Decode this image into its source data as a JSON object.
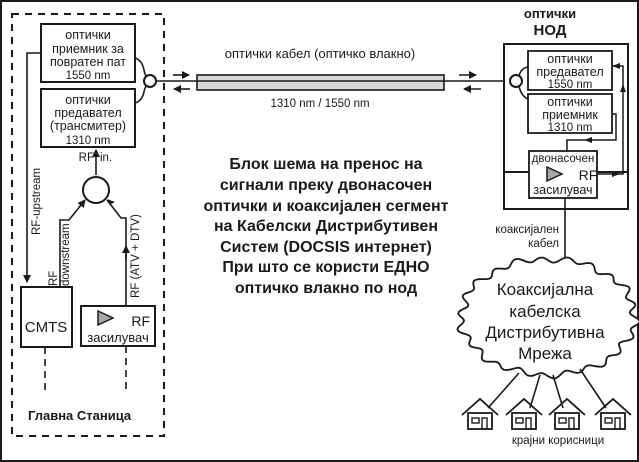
{
  "headend": {
    "label": "Главна Станица",
    "receiver": {
      "lines": [
        "оптички",
        "приемник за",
        "повратен пат",
        "1550 nm"
      ]
    },
    "transmitter": {
      "lines": [
        "оптички",
        "предавател",
        "(трансмитер)",
        "1310 nm"
      ]
    },
    "rf_in_label": [
      "RF",
      "in."
    ],
    "rf_upstream_label": "RF-upstream",
    "rf_downstream_label": [
      "RF",
      "downstream"
    ],
    "rf_atv_dtv_label": "RF (ATV + DTV)",
    "cmts_label": "CMTS",
    "rf_amplifier": {
      "lines": [
        "RF",
        "засилувач"
      ]
    }
  },
  "fiber": {
    "title": "оптички кабел (оптичко влакно)",
    "wavelengths": "1310 nm / 1550 nm"
  },
  "node": {
    "title": [
      "оптички",
      "НОД"
    ],
    "transmitter": {
      "lines": [
        "оптички",
        "предавател",
        "1550 nm"
      ]
    },
    "receiver": {
      "lines": [
        "оптички",
        "приемник",
        "1310 nm"
      ]
    },
    "amplifier": {
      "lines": [
        "двонасочен",
        "RF",
        "засилувач"
      ]
    }
  },
  "coax_label": [
    "коаксијален",
    "кабел"
  ],
  "network": {
    "lines": [
      "Коаксијална",
      "кабелска",
      "Дистрибутивна",
      "Мрежа"
    ]
  },
  "end_users_label": "крајни корисници",
  "description": {
    "lines": [
      "Блок шема на пренос на",
      "сигнали преку двонасочен",
      "оптички и коаксијален сегмент",
      "на Кабелски Дистрибутивен",
      "Систем (DOCSIS интернет)",
      "При што се користи ЕДНО",
      "оптичко влакно по нод"
    ]
  },
  "colors": {
    "line": "#1a1a1a",
    "fiber_fill": "#d9d9d9",
    "amp_triangle": "#a6a6a6"
  }
}
